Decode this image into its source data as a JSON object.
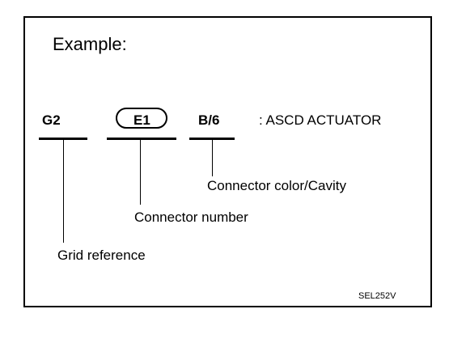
{
  "example": {
    "label": "Example:"
  },
  "codes": {
    "grid_reference": "G2",
    "connector_number": "E1",
    "color_cavity": "B/6",
    "description": ": ASCD  ACTUATOR"
  },
  "callouts": {
    "connector_color_cavity": "Connector color/Cavity",
    "connector_number": "Connector number",
    "grid_reference": "Grid reference"
  },
  "figure_id": "SEL252V"
}
